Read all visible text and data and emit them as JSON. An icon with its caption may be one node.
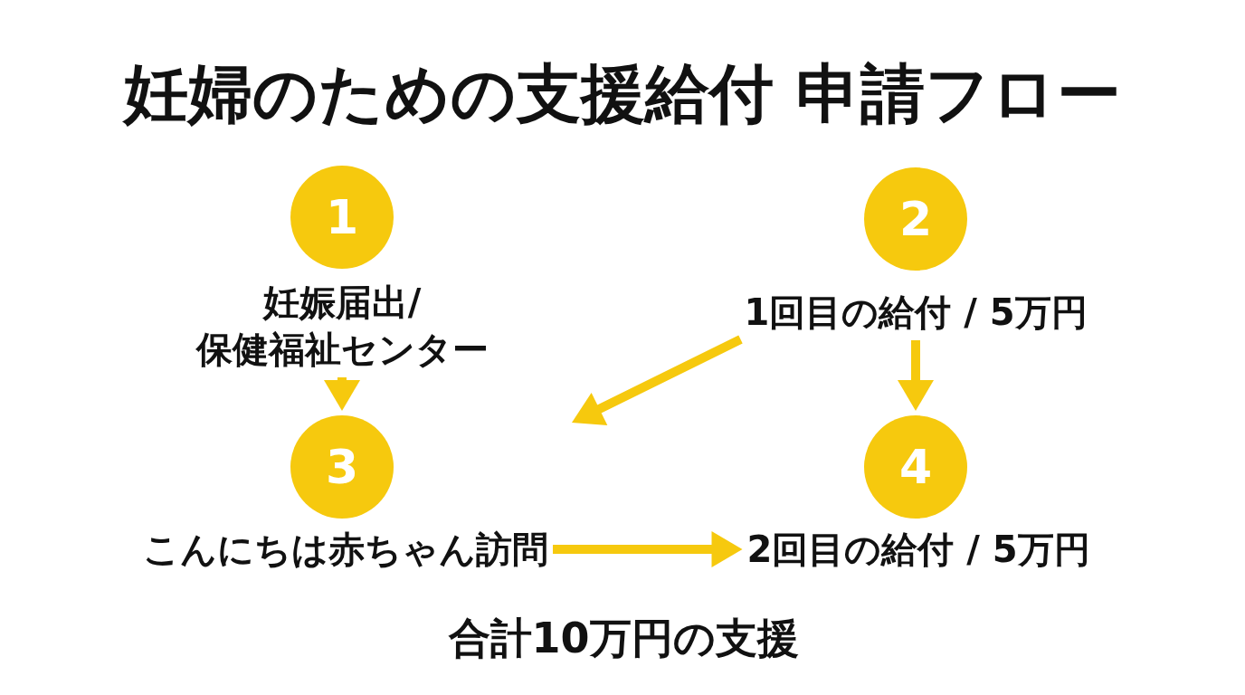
{
  "diagram": {
    "title": "妊婦のための支援給付 申請フロー",
    "nodes": [
      {
        "text": [
          "1"
        ]
      },
      {
        "text": [
          "2"
        ]
      },
      {
        "text": [
          "妊娠届出/保健福祉センター"
        ]
      },
      {
        "text": [
          "1回目の給付 / 5万円"
        ]
      },
      {
        "text": [
          "3"
        ]
      },
      {
        "text": [
          "4"
        ]
      },
      {
        "text": [
          "こんにちは赤ちゃん訪問"
        ]
      },
      {
        "text": [
          "2回目の給付 / 5万円"
        ]
      }
    ],
    "edges": [
      {
        "from": 2,
        "to": 4,
        "arrow": "to"
      },
      {
        "from": 3,
        "to": null,
        "arrow": "to"
      },
      {
        "from": 3,
        "to": 5,
        "arrow": "to"
      },
      {
        "from": 6,
        "to": 7,
        "arrow": "to"
      }
    ],
    "labels": [
      "合計10万円の支援"
    ]
  }
}
